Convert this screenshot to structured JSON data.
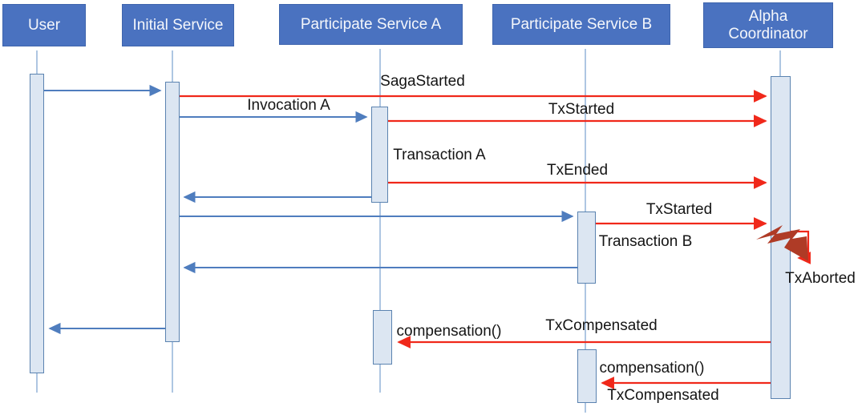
{
  "participants": [
    {
      "label": "User"
    },
    {
      "label": "Initial Service"
    },
    {
      "label": "Participate Service A"
    },
    {
      "label": "Participate Service B"
    },
    {
      "label": "Alpha Coordinator"
    }
  ],
  "messages": {
    "saga_started": "SagaStarted",
    "invocation_a": "Invocation A",
    "tx_started_a": "TxStarted",
    "transaction_a": "Transaction A",
    "tx_ended": "TxEnded",
    "tx_started_b": "TxStarted",
    "transaction_b": "Transaction B",
    "tx_aborted": "TxAborted",
    "tx_compensated_a": "TxCompensated",
    "compensation_a": "compensation()",
    "compensation_b": "compensation()",
    "tx_compensated_b": "TxCompensated"
  },
  "colors": {
    "participant_fill": "#4a72c0",
    "participant_text": "#f5f7fb",
    "activation_fill": "#dce6f2",
    "activation_border": "#5b83b0",
    "lifeline": "#aec6e2",
    "sync_arrow": "#4f7dbe",
    "event_arrow": "#f0281a",
    "bolt": "#af3b26",
    "label_text": "#151515"
  }
}
